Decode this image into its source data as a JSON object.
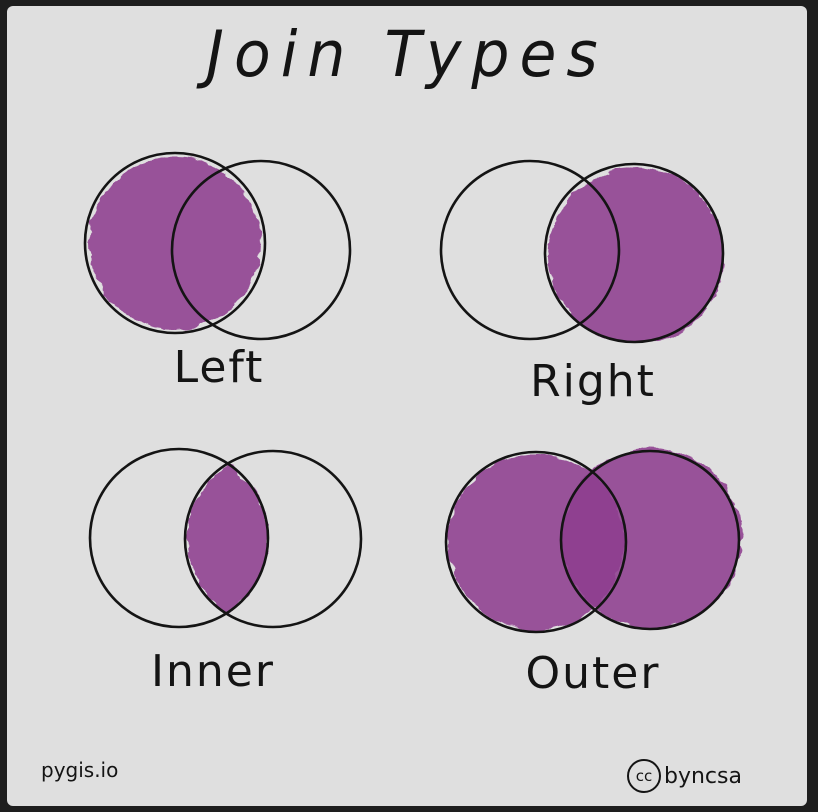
{
  "title": "Join Types",
  "fill_color": "#8e3d8f",
  "stroke_color": "#141414",
  "background_color": "#dfdfdf",
  "joins": [
    {
      "label": "Left",
      "shaded": "left"
    },
    {
      "label": "Right",
      "shaded": "right"
    },
    {
      "label": "Inner",
      "shaded": "inner"
    },
    {
      "label": "Outer",
      "shaded": "outer"
    }
  ],
  "footer": {
    "site": "pygis.io",
    "license_icon": "cc-icon",
    "license_text": "byncsa"
  }
}
